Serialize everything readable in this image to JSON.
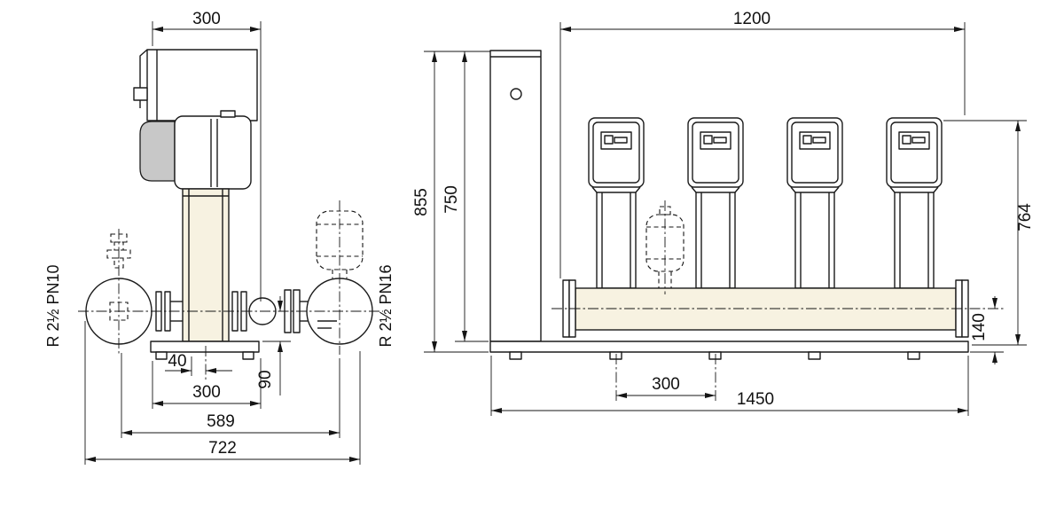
{
  "left_view": {
    "dim_width_top": "300",
    "port_left": "R 2½ PN10",
    "port_right": "R 2½ PN16",
    "dim_offset": "40",
    "dim_base_width": "300",
    "dim_port_height": "90",
    "dim_pump_span": "589",
    "dim_overall_width": "722"
  },
  "right_view": {
    "dim_width_top": "1200",
    "dim_height_total": "855",
    "dim_height_console": "750",
    "dim_height_pump": "764",
    "dim_manifold_height": "140",
    "dim_pump_spacing": "300",
    "dim_overall_length": "1450"
  }
}
